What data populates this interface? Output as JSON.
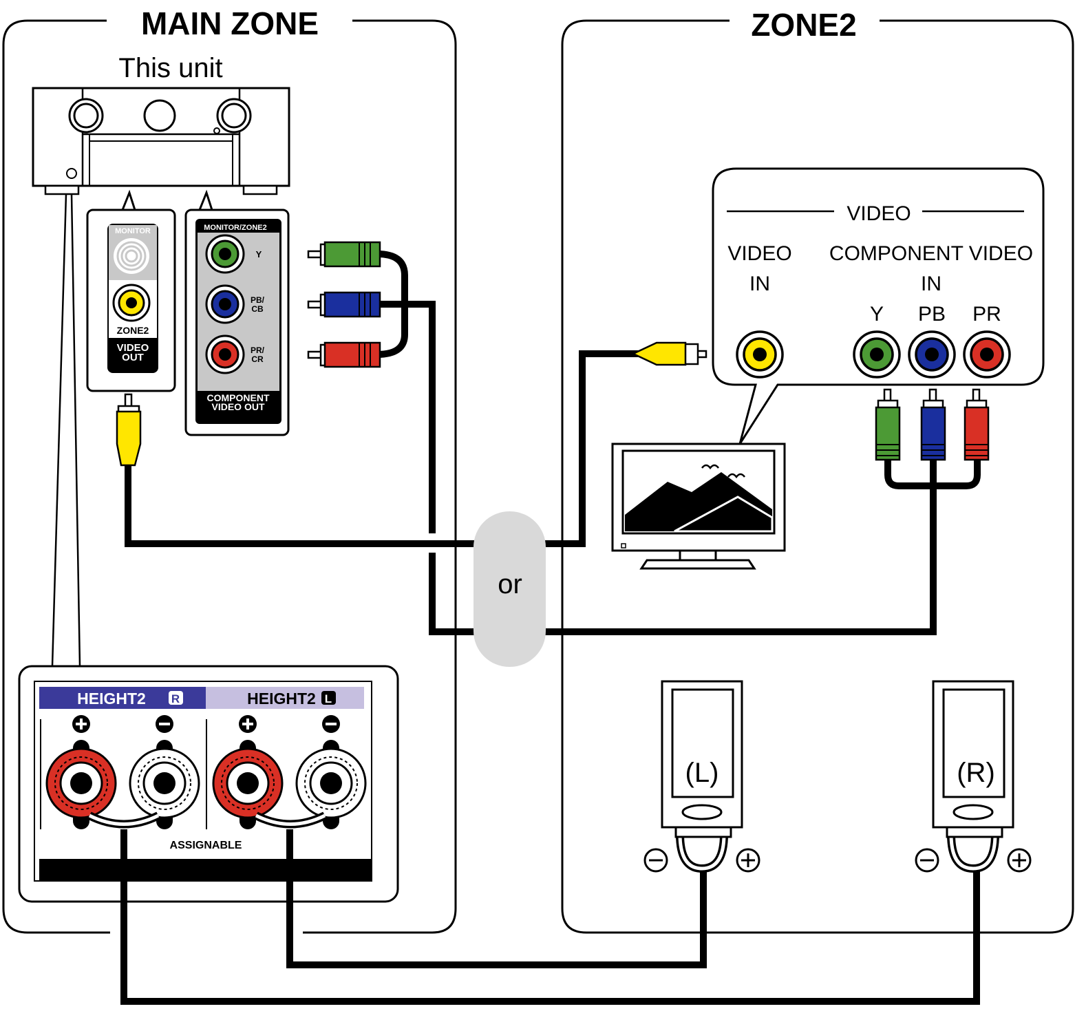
{
  "zones": {
    "main_title": "MAIN ZONE",
    "zone2_title": "ZONE2"
  },
  "unit": {
    "label": "This unit"
  },
  "video_out_panel": {
    "monitor_label": "MONITOR",
    "zone2_label": "ZONE2",
    "out_label_line1": "VIDEO",
    "out_label_line2": "OUT"
  },
  "component_out_panel": {
    "header": "MONITOR/ZONE2",
    "y_label": "Y",
    "pb_label_1": "PB/",
    "pb_label_2": "CB",
    "pr_label_1": "PR/",
    "pr_label_2": "CR",
    "footer_line1": "COMPONENT",
    "footer_line2": "VIDEO OUT"
  },
  "tv_panel": {
    "group_title": "VIDEO",
    "video_in_line1": "VIDEO",
    "video_in_line2": "IN",
    "component_in_line1": "COMPONENT VIDEO",
    "component_in_line2": "IN",
    "y_label": "Y",
    "pb_label": "PB",
    "pr_label": "PR"
  },
  "or_label": "or",
  "speaker_terminals": {
    "height2_r": "HEIGHT2",
    "height2_r_badge": "R",
    "height2_l": "HEIGHT2",
    "height2_l_badge": "L",
    "assignable": "ASSIGNABLE"
  },
  "speakers": {
    "left": "(L)",
    "right": "(R)"
  },
  "colors": {
    "y_green": "#4c9a35",
    "pb_blue": "#1a2f9e",
    "pr_red": "#d93025",
    "composite_yellow": "#ffe600",
    "height2_r_bar": "#3b3a9a",
    "height2_l_bar": "#c6bfe0",
    "or_bubble": "#d9d9d9",
    "panel_gray": "#c8c8c8"
  }
}
